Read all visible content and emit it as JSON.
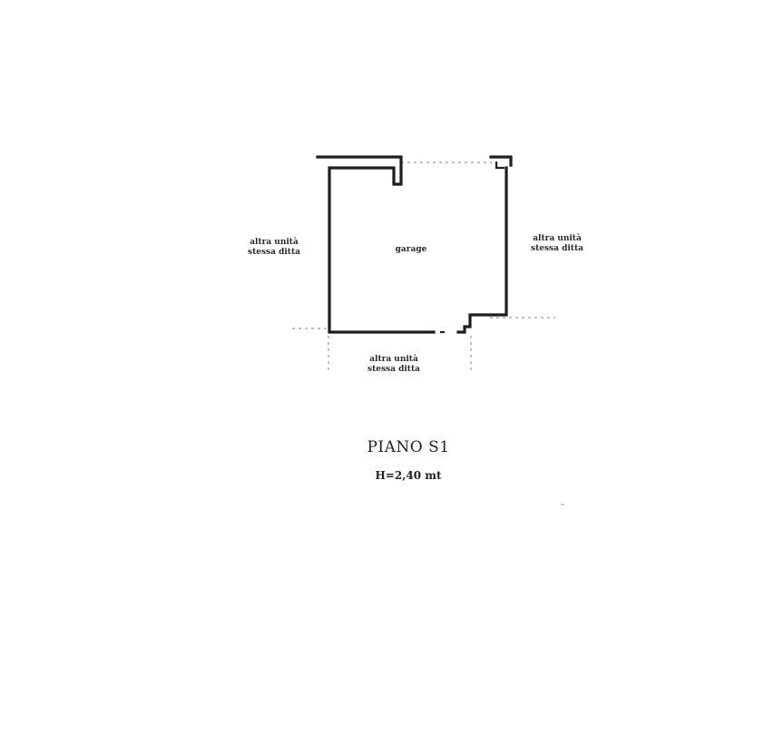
{
  "plan": {
    "room_label": "garage",
    "adjacent_left": [
      "altra unità",
      "stessa ditta"
    ],
    "adjacent_right": [
      "altra unità",
      "stessa ditta"
    ],
    "adjacent_bottom": [
      "altra unità",
      "stessa ditta"
    ]
  },
  "floor": {
    "title": "PIANO S1",
    "height": "H=2,40 mt"
  }
}
